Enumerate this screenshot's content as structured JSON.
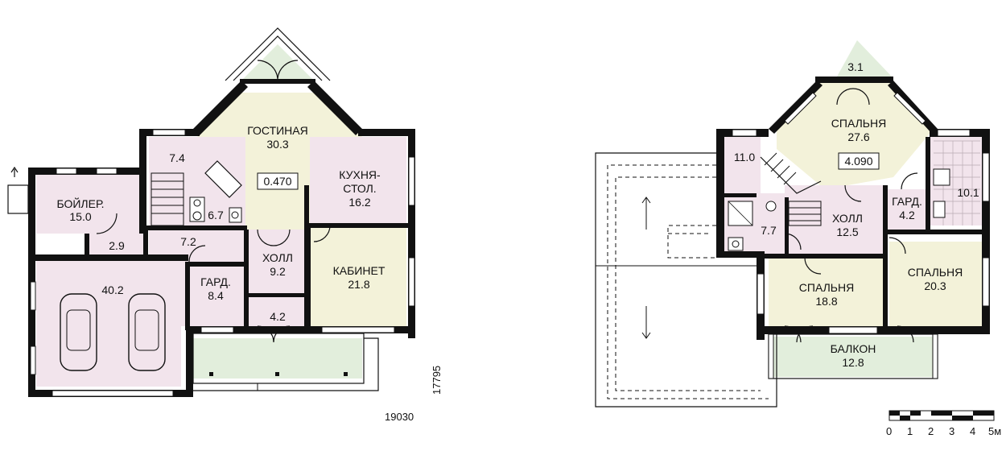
{
  "colors": {
    "pink": "#f2e4ec",
    "cream": "#f3f2d9",
    "green": "#e2eedc",
    "wall": "#111111"
  },
  "floor1": {
    "rooms": {
      "boiler": {
        "name": "БОЙЛЕР.",
        "area": "15.0"
      },
      "r29": {
        "area": "2.9"
      },
      "garage": {
        "area": "40.2"
      },
      "r74": {
        "area": "7.4"
      },
      "bath": {
        "area": "6.7"
      },
      "r72": {
        "area": "7.2"
      },
      "living": {
        "name": "ГОСТИНАЯ",
        "area": "30.3"
      },
      "kitchen": {
        "name": "КУХНЯ-",
        "name2": "СТОЛ.",
        "area": "16.2"
      },
      "hall": {
        "name": "ХОЛЛ",
        "area": "9.2"
      },
      "wardrobe": {
        "name": "ГАРД.",
        "area": "8.4"
      },
      "r42": {
        "area": "4.2"
      },
      "office": {
        "name": "КАБИНЕТ",
        "area": "21.8"
      }
    },
    "level": "0.470",
    "dim_width": "19030",
    "dim_height": "17795"
  },
  "floor2": {
    "rooms": {
      "bay": {
        "area": "3.1"
      },
      "bedroom1": {
        "name": "СПАЛЬНЯ",
        "area": "27.6"
      },
      "stair": {
        "area": "11.0"
      },
      "bath1": {
        "area": "10.1"
      },
      "wardrobe": {
        "name": "ГАРД.",
        "area": "4.2"
      },
      "hall": {
        "name": "ХОЛЛ",
        "area": "12.5"
      },
      "bath2": {
        "area": "7.7"
      },
      "bedroom2": {
        "name": "СПАЛЬНЯ",
        "area": "18.8"
      },
      "bedroom3": {
        "name": "СПАЛЬНЯ",
        "area": "20.3"
      },
      "balcony": {
        "name": "БАЛКОН",
        "area": "12.8"
      }
    },
    "level": "4.090"
  },
  "scale": {
    "ticks": [
      "0",
      "1",
      "2",
      "3",
      "4",
      "5м"
    ]
  }
}
